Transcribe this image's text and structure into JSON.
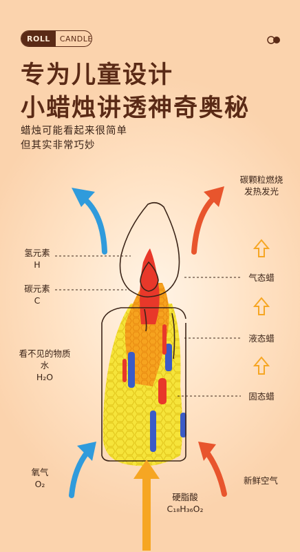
{
  "brand": {
    "left": "ROLL",
    "right": "CANDLE"
  },
  "headline": {
    "line1": "专为儿童设计",
    "line2": "小蜡烛讲透神奇奥秘"
  },
  "subtitle": {
    "line1": "蜡烛可能看起来很简单",
    "line2": "但其实非常巧妙"
  },
  "labels": {
    "hydrogen_name": "氢元素",
    "hydrogen_symbol": "H",
    "carbon_name": "碳元素",
    "carbon_symbol": "C",
    "invisible_name": "看不见的物质",
    "water_name": "水",
    "water_formula": "H₂O",
    "oxygen_name": "氧气",
    "oxygen_formula": "O₂",
    "stearic_name": "硬脂酸",
    "stearic_formula": "C₁₈H₃₆O₂",
    "fresh_air": "新鲜空气",
    "carbon_burn_1": "碳颗粒燃烧",
    "carbon_burn_2": "发热发光",
    "gas_wax": "气态蜡",
    "liquid_wax": "液态蜡",
    "solid_wax": "固态蜡"
  },
  "colors": {
    "blue_arrow": "#2f9bdc",
    "red_arrow": "#e8552d",
    "orange_arrow": "#f6a623",
    "brown_text": "#5a2a16"
  }
}
